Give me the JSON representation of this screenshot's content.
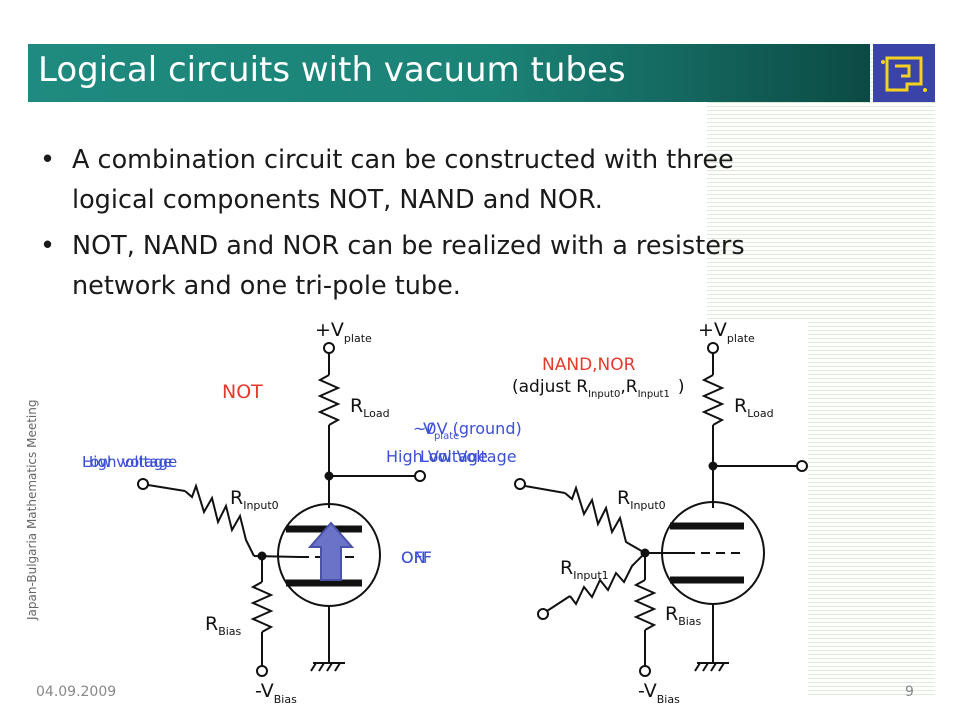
{
  "slide": {
    "title": "Logical circuits with vacuum tubes",
    "bullets": [
      {
        "line1": "A combination circuit can be constructed with three",
        "line2": "logical components NOT, NAND and NOR."
      },
      {
        "line1": "NOT, NAND and NOR can be realized with a resisters",
        "line2": "network and one tri-pole tube."
      }
    ],
    "side_text": "Japan-Bulgaria Mathematics Meeting",
    "date": "04.09.2009",
    "page_number": "9",
    "logo_icon": "jbmm-logo-icon"
  },
  "circuit_left": {
    "gate_label": "NOT",
    "vplate": {
      "main": "+V",
      "sub": "plate"
    },
    "rload": {
      "main": "R",
      "sub": "Load"
    },
    "rinput0": {
      "main": "R",
      "sub": "Input0"
    },
    "rbias": {
      "main": "R",
      "sub": "Bias"
    },
    "vbias": {
      "main": "-V",
      "sub": "Bias"
    }
  },
  "circuit_right": {
    "gate_label": "NAND,NOR",
    "adjust_prefix": "(adjust R",
    "adjust_sub0": "Input0",
    "adjust_mid": ",R",
    "adjust_sub1": "Input1",
    "adjust_suffix": ")",
    "vplate": {
      "main": "+V",
      "sub": "plate"
    },
    "rload": {
      "main": "R",
      "sub": "Load"
    },
    "rinput0": {
      "main": "R",
      "sub": "Input0"
    },
    "rinput1": {
      "main": "R",
      "sub": "Input1"
    },
    "rbias": {
      "main": "R",
      "sub": "Bias"
    },
    "vbias": {
      "main": "-V",
      "sub": "Bias"
    }
  },
  "annotations": {
    "input_a": "High voltage",
    "input_b": "Low voltage",
    "output_value_a": "~0V (ground)",
    "output_value_b": "V",
    "output_value_b_sub": "plate",
    "output_a": "High Voltage",
    "output_b": "Low Voltage",
    "state_a": "ON",
    "state_b": "OFF"
  },
  "colors": {
    "title_bar": "#1b8276",
    "gate_label": "#e23b2e",
    "annotation": "#3b4fd8",
    "arrow": "#6b73c8"
  }
}
